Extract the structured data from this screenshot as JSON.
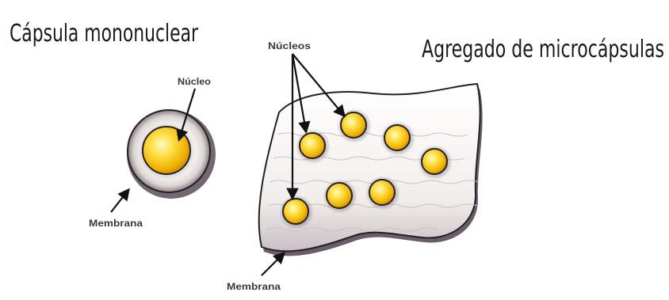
{
  "diagram": {
    "left_title": "Cápsula mononuclear",
    "right_title": "Agregado de microcápsulas",
    "labels": {
      "nucleo": "Núcleo",
      "nucleos": "Núcleos",
      "membrana_left": "Membrana",
      "membrana_right": "Membrana"
    },
    "colors": {
      "core_center": "#fff27a",
      "core_edge": "#e8a400",
      "membrane_fill": "#f4f1ec",
      "outline": "#222222",
      "shadow": "#5a4a5a"
    }
  }
}
